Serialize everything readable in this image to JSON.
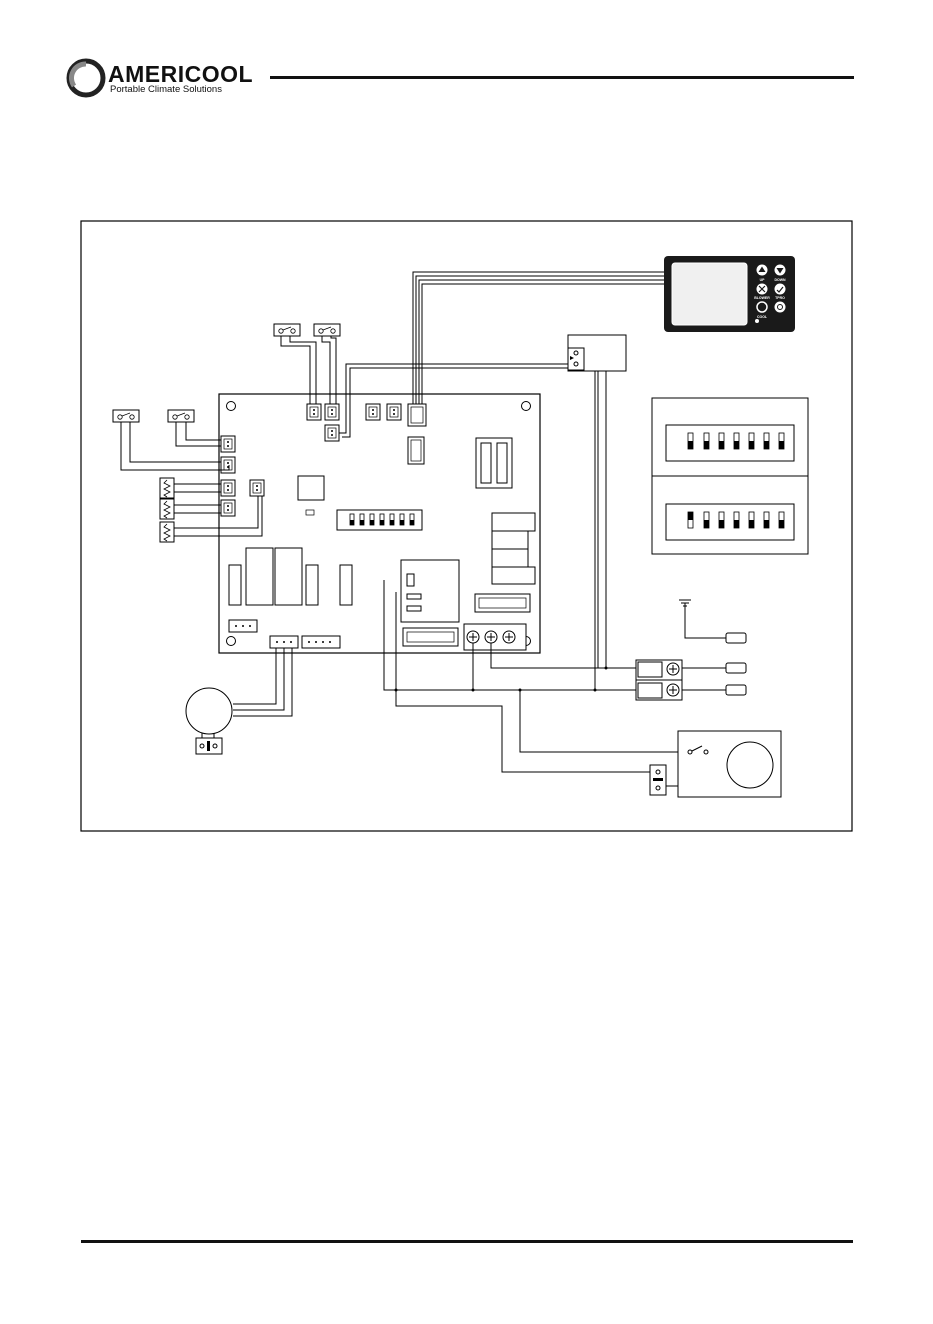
{
  "header": {
    "brand": "AMERICOOL",
    "tagline": "Portable Climate Solutions"
  },
  "control_panel": {
    "buttons": [
      "UP",
      "DOWN",
      "BLOWER",
      "TPRO",
      "COOL",
      ""
    ]
  },
  "colors": {
    "ink": "#111111",
    "panel": "#1a1a1a",
    "screen": "#f0f0f0"
  }
}
